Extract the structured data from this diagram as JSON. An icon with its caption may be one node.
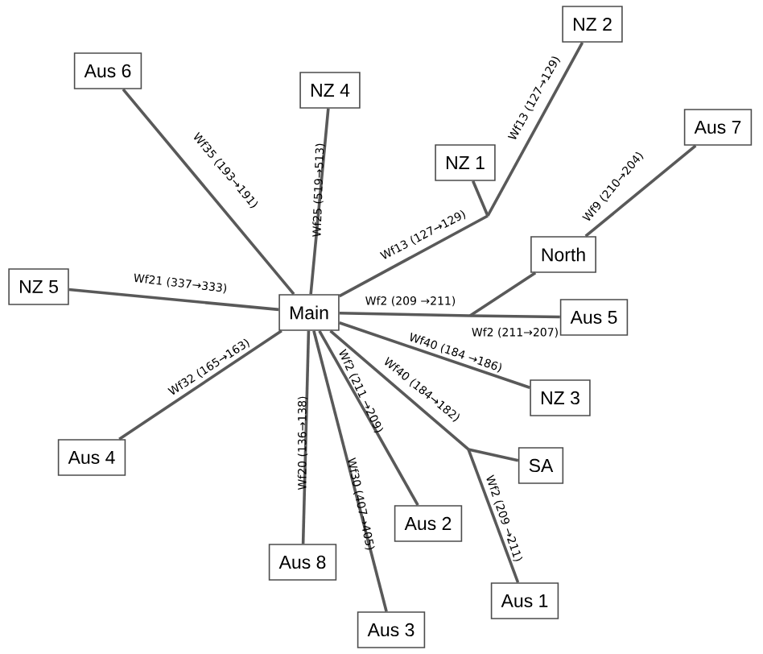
{
  "diagram": {
    "nodes": [
      {
        "text": [
          "NZ 2"
        ]
      },
      {
        "text": [
          "Aus 6"
        ]
      },
      {
        "text": [
          "NZ 4"
        ]
      },
      {
        "text": [
          "Aus 7"
        ]
      },
      {
        "text": [
          "NZ 1"
        ]
      },
      {
        "text": [
          "North"
        ]
      },
      {
        "text": [
          "NZ 5"
        ]
      },
      {
        "text": [
          "Main"
        ]
      },
      {
        "text": [
          "Aus 5"
        ]
      },
      {
        "text": [
          "NZ 3"
        ]
      },
      {
        "text": [
          "Aus 4"
        ]
      },
      {
        "text": [
          "SA"
        ]
      },
      {
        "text": [
          "Aus 2"
        ]
      },
      {
        "text": [
          "Aus 8"
        ]
      },
      {
        "text": [
          "Aus 1"
        ]
      },
      {
        "text": [
          "Aus 3"
        ]
      }
    ],
    "edges": [
      {
        "from": 7,
        "to": 4,
        "arrow": "none"
      },
      {
        "from": 7,
        "to": 0,
        "arrow": "none",
        "label": "Wf13 (127→129)"
      },
      {
        "from": 7,
        "to": 1,
        "arrow": "none",
        "label": "Wf35 (193→191)"
      },
      {
        "from": 7,
        "to": 2,
        "arrow": "none",
        "label": "Wf25 (519→513)"
      },
      {
        "from": 7,
        "to": 5,
        "arrow": "none"
      },
      {
        "from": 7,
        "to": 8,
        "arrow": "none",
        "label": "Wf2 (211→207)"
      },
      {
        "from": 5,
        "to": 3,
        "arrow": "none",
        "label": "Wf9 (210→204)"
      },
      {
        "from": 7,
        "to": 6,
        "arrow": "none",
        "label": "Wf21 (337→333)"
      },
      {
        "from": 7,
        "to": 9,
        "arrow": "none",
        "label": "Wf40 (184 →186)"
      },
      {
        "from": 7,
        "to": 10,
        "arrow": "none",
        "label": "Wf32 (165→163)"
      },
      {
        "from": 7,
        "to": 11,
        "arrow": "none"
      },
      {
        "from": 7,
        "to": 14,
        "arrow": "none",
        "label": "Wf2 (209 →211)"
      },
      {
        "from": 7,
        "to": 12,
        "arrow": "none",
        "label": "Wf2 (211 →209)"
      },
      {
        "from": 7,
        "to": 13,
        "arrow": "none",
        "label": "Wf20 (136→138)"
      },
      {
        "from": 7,
        "to": 15,
        "arrow": "none",
        "label": "Wf30 (407→405)"
      }
    ],
    "labels": [
      "Wf13 (127→129)",
      "Wf2 (209 →211)",
      "Wf40 (184→182)"
    ]
  }
}
